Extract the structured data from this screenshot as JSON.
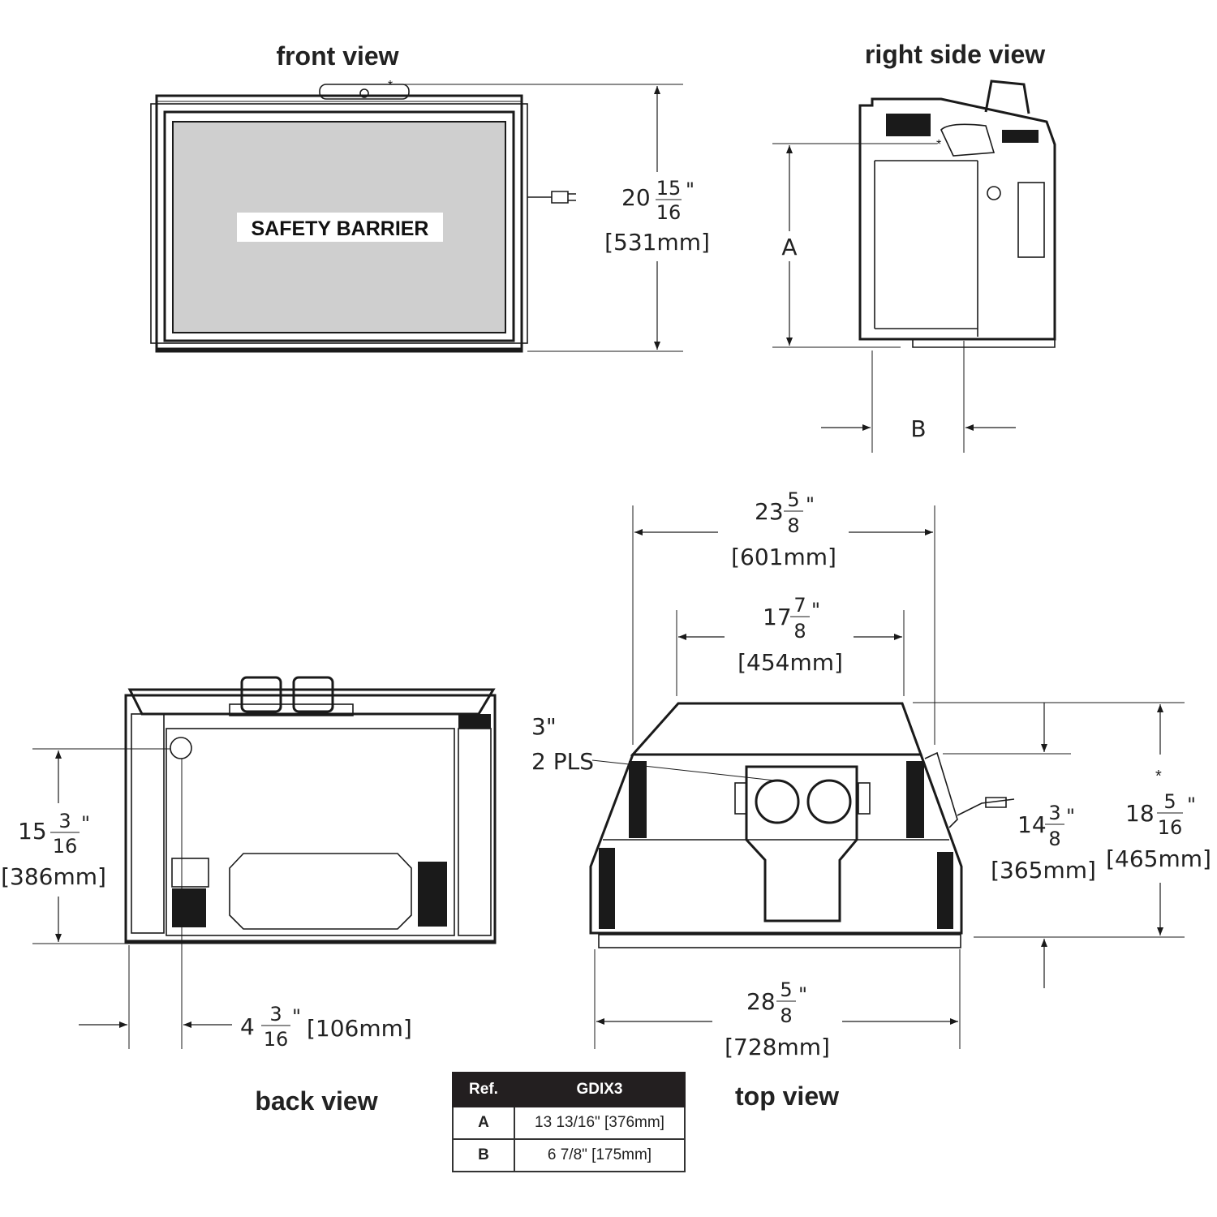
{
  "views": {
    "front": "front view",
    "right_side": "right side view",
    "back": "back view",
    "top": "top view"
  },
  "front_view": {
    "barrier_label": "SAFETY BARRIER",
    "height": {
      "whole": "20",
      "num": "15",
      "den": "16",
      "unit": "\"",
      "mm": "[531mm]"
    },
    "asterisk": "*"
  },
  "side_view": {
    "dim_a": "A",
    "dim_b": "B",
    "asterisk": "*"
  },
  "back_view": {
    "height": {
      "whole": "15",
      "num": "3",
      "den": "16",
      "unit": "\"",
      "mm": "[386mm]"
    },
    "offset": {
      "whole": "4",
      "num": "3",
      "den": "16",
      "unit": "\"",
      "mm": "[106mm]"
    }
  },
  "top_view": {
    "outer_width": {
      "whole": "23",
      "num": "5",
      "den": "8",
      "unit": "\"",
      "mm": "[601mm]"
    },
    "inner_width": {
      "whole": "17",
      "num": "7",
      "den": "8",
      "unit": "\"",
      "mm": "[454mm]"
    },
    "base_width": {
      "whole": "28",
      "num": "5",
      "den": "8",
      "unit": "\"",
      "mm": "[728mm]"
    },
    "depth": {
      "whole": "14",
      "num": "3",
      "den": "8",
      "unit": "\"",
      "mm": "[365mm]"
    },
    "total_depth": {
      "whole": "18",
      "num": "5",
      "den": "16",
      "unit": "\"",
      "mm": "[465mm]"
    },
    "asterisk": "*",
    "vent_size": "3\"",
    "vent_count": "2 PLS"
  },
  "table": {
    "headers": [
      "Ref.",
      "GDIX3"
    ],
    "rows": [
      [
        "A",
        "13 13/16\" [376mm]"
      ],
      [
        "B",
        "6 7/8\" [175mm]"
      ]
    ]
  }
}
